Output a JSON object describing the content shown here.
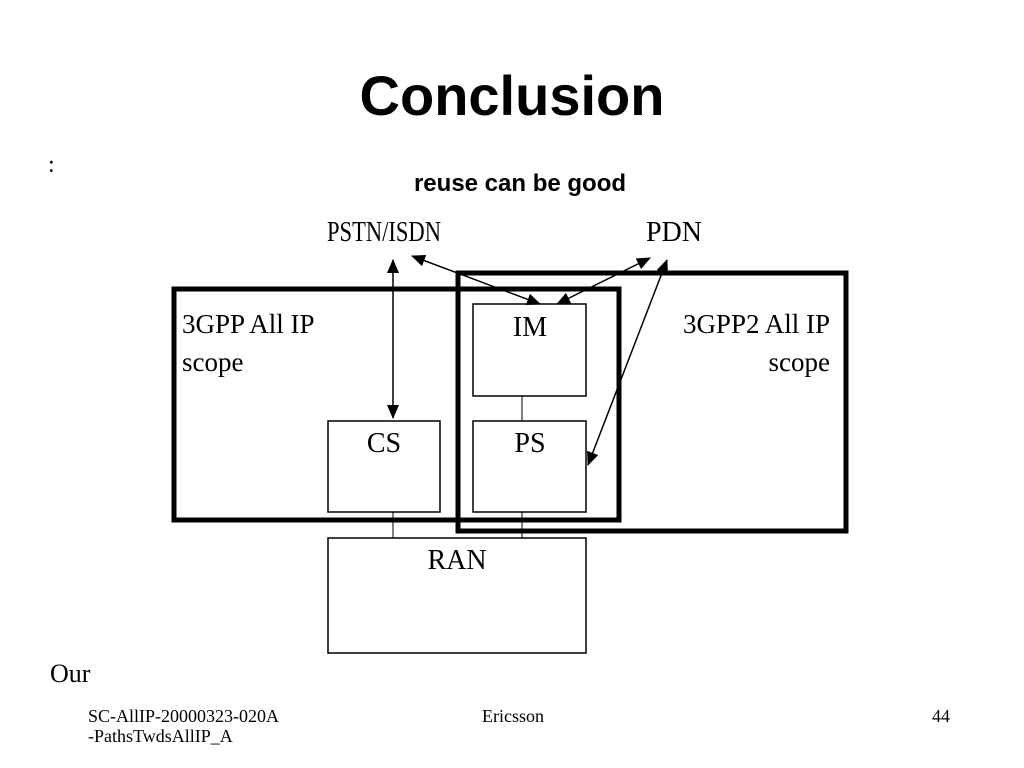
{
  "slide": {
    "title": "Conclusion",
    "bullet": ":",
    "subtitle": "reuse can be good",
    "bottom_text": "Our"
  },
  "diagram": {
    "external_left": "PSTN/ISDN",
    "external_right": "PDN",
    "scope_3gpp_line1": "3GPP All IP",
    "scope_3gpp_line2": "scope",
    "scope_3gpp2_line1": "3GPP2 All IP",
    "scope_3gpp2_line2": "scope",
    "box_im": "IM",
    "box_cs": "CS",
    "box_ps": "PS",
    "box_ran": "RAN"
  },
  "footer": {
    "left": "SC-AllIP-20000323-020A-PathsTwdsAllIP_A",
    "center": "Ericsson",
    "page_number": "44"
  }
}
